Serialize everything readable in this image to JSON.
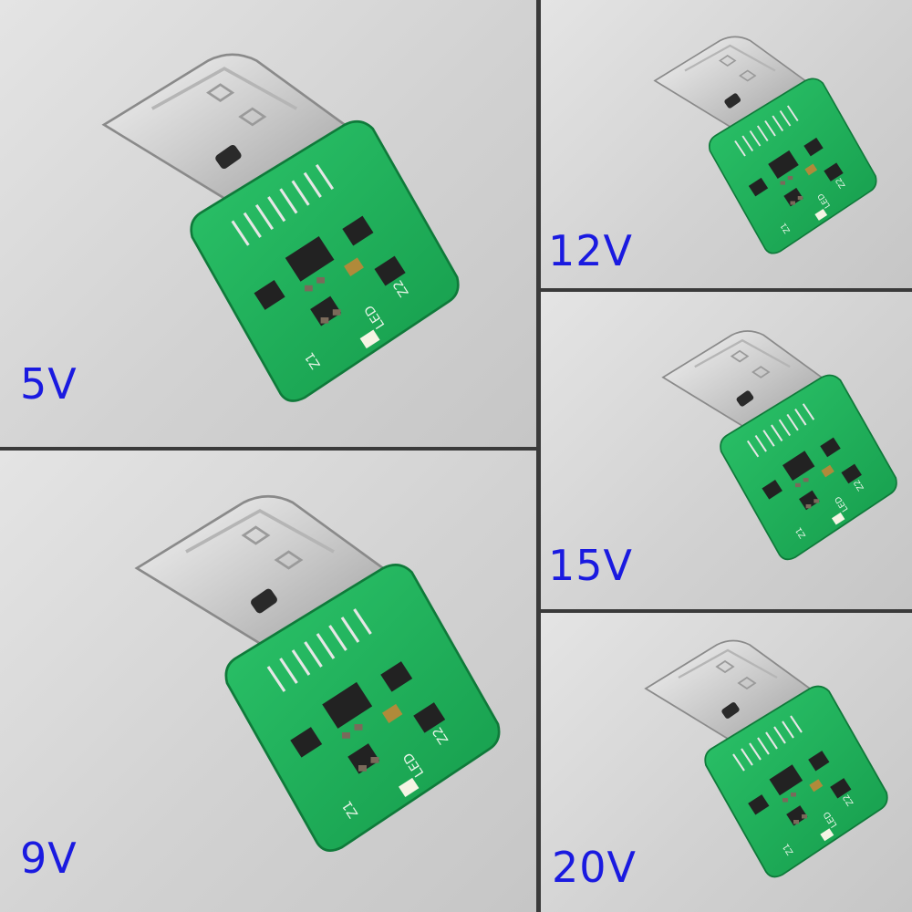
{
  "boards": [
    {
      "id": "p5",
      "voltage_label": "5V",
      "silk_led": "LED",
      "silk_z2": "Z2",
      "silk_z1": "Z1"
    },
    {
      "id": "p9",
      "voltage_label": "9V",
      "silk_led": "LED",
      "silk_z2": "Z2",
      "silk_z1": "Z1"
    },
    {
      "id": "p12",
      "voltage_label": "12V",
      "silk_led": "LED",
      "silk_z2": "Z2",
      "silk_z1": "Z1"
    },
    {
      "id": "p15",
      "voltage_label": "15V",
      "silk_led": "LED",
      "silk_z2": "Z2",
      "silk_z1": "Z1"
    },
    {
      "id": "p20",
      "voltage_label": "20V",
      "silk_led": "LED",
      "silk_z2": "Z2",
      "silk_z1": "Z1"
    }
  ],
  "colors": {
    "label_text": "#1a1ae0",
    "pcb_green": "#1fb35a",
    "connector_metal": "#d8d8d8",
    "component_black": "#222222",
    "divider": "#3a3a3a"
  },
  "icons": [
    "usb-c-connector-icon",
    "pcb-board-icon",
    "led-icon",
    "ic-chip-icon"
  ]
}
